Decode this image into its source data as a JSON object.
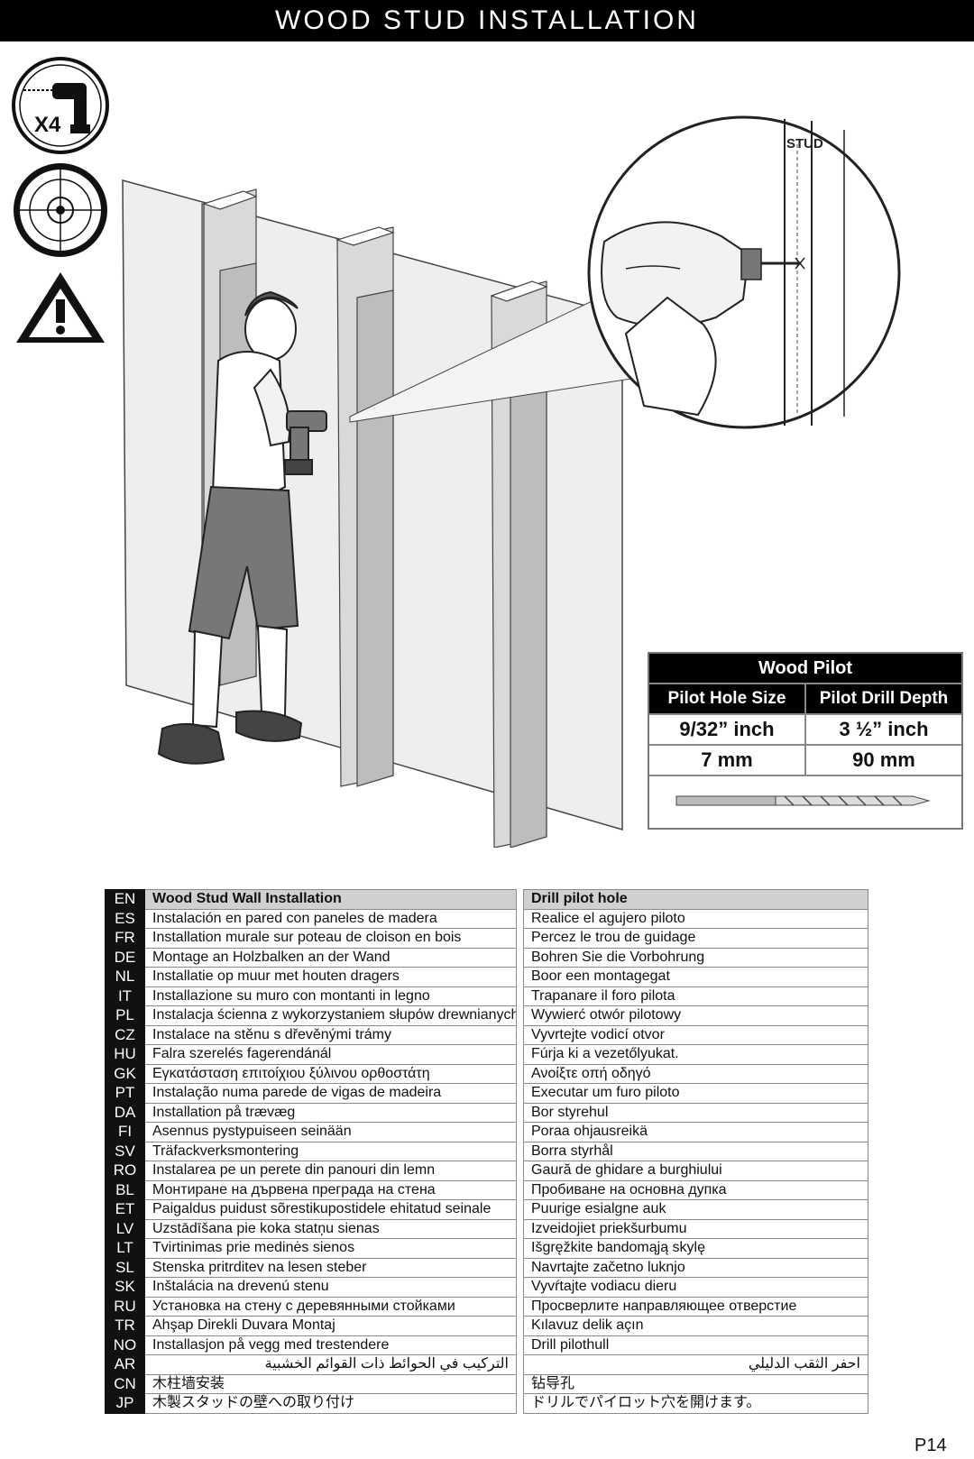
{
  "header": {
    "title": "WOOD STUD INSTALLATION"
  },
  "icons": {
    "drill_count_label": "X4",
    "drill": "drill-icon",
    "target": "target-icon",
    "warning": "warning-icon"
  },
  "illustration": {
    "stud_label": "STUD"
  },
  "spec_table": {
    "title": "Wood Pilot",
    "col1_label": "Pilot Hole Size",
    "col2_label": "Pilot Drill Depth",
    "rows": [
      {
        "size": "9/32” inch",
        "depth": "3 ½” inch"
      },
      {
        "size": "7 mm",
        "depth": "90 mm"
      }
    ]
  },
  "languages": [
    {
      "code": "EN",
      "installation": "Wood Stud Wall Installation",
      "step": "Drill pilot hole"
    },
    {
      "code": "ES",
      "installation": "Instalación en pared con paneles de madera",
      "step": "Realice el agujero piloto"
    },
    {
      "code": "FR",
      "installation": "Installation murale sur poteau de cloison en bois",
      "step": "Percez le trou de guidage"
    },
    {
      "code": "DE",
      "installation": "Montage an Holzbalken an der Wand",
      "step": "Bohren Sie die Vorbohrung"
    },
    {
      "code": "NL",
      "installation": "Installatie op muur met houten dragers",
      "step": "Boor een montagegat"
    },
    {
      "code": "IT",
      "installation": "Installazione su muro con montanti in legno",
      "step": "Trapanare il foro pilota"
    },
    {
      "code": "PL",
      "installation": "Instalacja ścienna z wykorzystaniem słupów drewnianych",
      "step": "Wywierć otwór pilotowy"
    },
    {
      "code": "CZ",
      "installation": "Instalace na stěnu s dřevěnými trámy",
      "step": "Vyvrtejte vodicí otvor"
    },
    {
      "code": "HU",
      "installation": "Falra szerelés fagerendánál",
      "step": "Fúrja ki a vezetőlyukat."
    },
    {
      "code": "GK",
      "installation": "Εγκατάσταση επιτοίχιου ξύλινου ορθοστάτη",
      "step": "Ανοίξτε οπή οδηγό"
    },
    {
      "code": "PT",
      "installation": "Instalação numa parede de vigas de madeira",
      "step": "Executar um furo piloto"
    },
    {
      "code": "DA",
      "installation": "Installation på trævæg",
      "step": "Bor styrehul"
    },
    {
      "code": "FI",
      "installation": "Asennus pystypuiseen seinään",
      "step": "Poraa ohjausreikä"
    },
    {
      "code": "SV",
      "installation": "Träfackverksmontering",
      "step": "Borra styrhål"
    },
    {
      "code": "RO",
      "installation": "Instalarea pe un perete din panouri din lemn",
      "step": "Gaură de ghidare a burghiului"
    },
    {
      "code": "BL",
      "installation": "Монтиране на дървена преграда на стена",
      "step": "Пробиване на основна дупка"
    },
    {
      "code": "ET",
      "installation": "Paigaldus puidust sõrestikupostidele ehitatud seinale",
      "step": "Puurige esialgne auk"
    },
    {
      "code": "LV",
      "installation": "Uzstādīšana pie koka statņu sienas",
      "step": "Izveidojiet priekšurbumu"
    },
    {
      "code": "LT",
      "installation": "Tvirtinimas prie medinės sienos",
      "step": "Išgręžkite bandomąją skylę"
    },
    {
      "code": "SL",
      "installation": "Stenska pritrditev na lesen steber",
      "step": "Navrtajte začetno luknjo"
    },
    {
      "code": "SK",
      "installation": "Inštalácia na drevenú stenu",
      "step": "Vyvŕtajte vodiacu dieru"
    },
    {
      "code": "RU",
      "installation": "Установка на стену с деревянными стойками",
      "step": "Просверлите направляющее отверстие"
    },
    {
      "code": "TR",
      "installation": "Ahşap Direkli Duvara Montaj",
      "step": "Kılavuz delik açın"
    },
    {
      "code": "NO",
      "installation": "Installasjon på vegg med trestendere",
      "step": "Drill pilothull"
    },
    {
      "code": "AR",
      "installation": "التركيب في الحوائط ذات القوائم الخشبية",
      "step": "احفر الثقب الدليلي"
    },
    {
      "code": "CN",
      "installation": "木柱墙安装",
      "step": "钻导孔"
    },
    {
      "code": "JP",
      "installation": "木製スタッドの壁への取り付け",
      "step": "ドリルでパイロット穴を開けます。"
    }
  ],
  "footer": {
    "page": "P14"
  }
}
